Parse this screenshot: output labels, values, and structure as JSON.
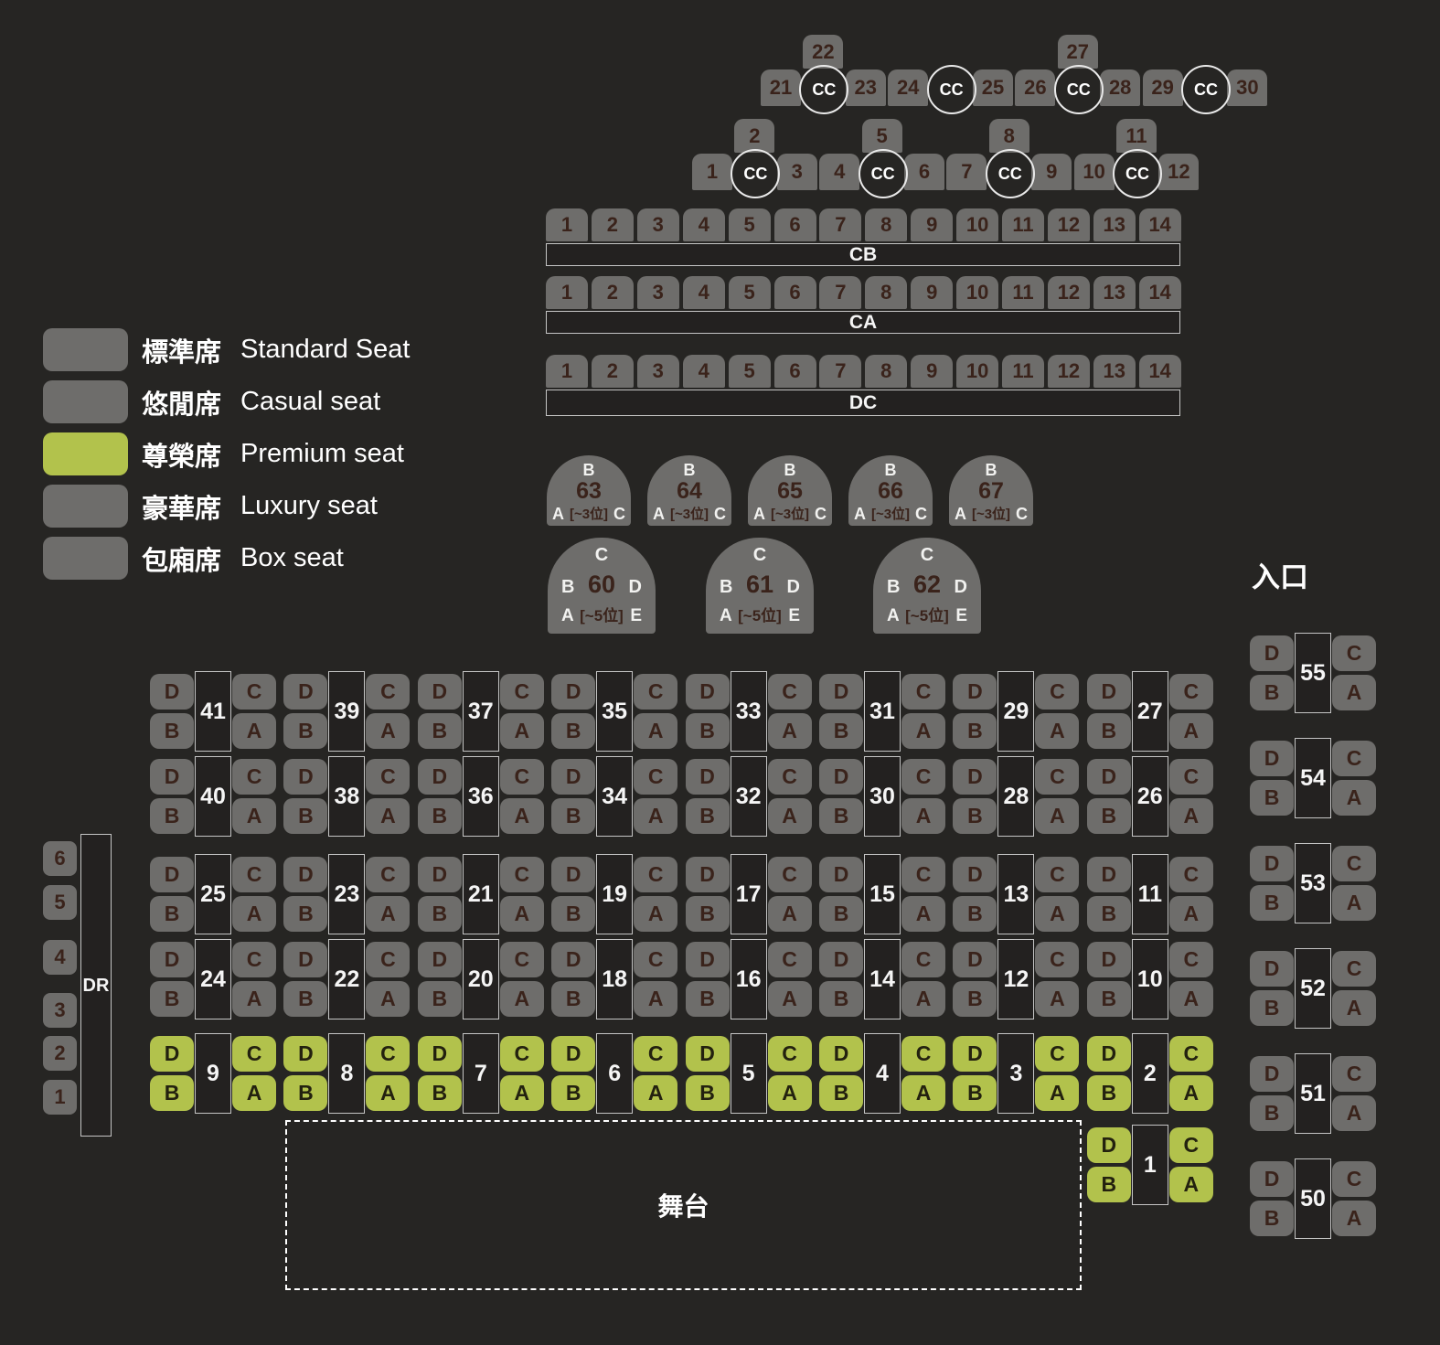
{
  "colors": {
    "background": "#262523",
    "standard_seat_gray": "#6e6d6b",
    "premium_seat_green": "#b2c24c",
    "table_fill": "#232120",
    "seat_text_dark": "#3a231b",
    "light_text": "#f5f5f5"
  },
  "legend": {
    "items": [
      {
        "key": "standard",
        "swatch_color": "#6e6d6b",
        "zh": "標準席",
        "en": "Standard Seat"
      },
      {
        "key": "casual",
        "swatch_color": "#6e6d6b",
        "zh": "悠閒席",
        "en": "Casual seat"
      },
      {
        "key": "premium",
        "swatch_color": "#b2c24c",
        "zh": "尊榮席",
        "en": "Premium seat"
      },
      {
        "key": "luxury",
        "swatch_color": "#6e6d6b",
        "zh": "豪華席",
        "en": "Luxury seat"
      },
      {
        "key": "box",
        "swatch_color": "#6e6d6b",
        "zh": "包廂席",
        "en": "Box seat"
      }
    ]
  },
  "top_section": {
    "cc_label": "CC",
    "rows": [
      {
        "back_seats": [
          {
            "label": "22",
            "col": 1
          },
          {
            "label": "27",
            "col": 7
          }
        ],
        "cells": [
          "21",
          "CC",
          "23",
          "24",
          "CC",
          "25",
          "26",
          "CC",
          "28",
          "29",
          "CC",
          "30"
        ]
      },
      {
        "back_seats": [
          {
            "label": "2",
            "col": 1
          },
          {
            "label": "5",
            "col": 4
          },
          {
            "label": "8",
            "col": 7
          },
          {
            "label": "11",
            "col": 10
          }
        ],
        "cells": [
          "1",
          "CC",
          "3",
          "4",
          "CC",
          "6",
          "7",
          "CC",
          "9",
          "10",
          "CC",
          "12"
        ]
      }
    ]
  },
  "bench_rows": [
    {
      "label": "CB",
      "seats": [
        "1",
        "2",
        "3",
        "4",
        "5",
        "6",
        "7",
        "8",
        "9",
        "10",
        "11",
        "12",
        "13",
        "14"
      ]
    },
    {
      "label": "CA",
      "seats": [
        "1",
        "2",
        "3",
        "4",
        "5",
        "6",
        "7",
        "8",
        "9",
        "10",
        "11",
        "12",
        "13",
        "14"
      ]
    },
    {
      "label": "DC",
      "seats": [
        "1",
        "2",
        "3",
        "4",
        "5",
        "6",
        "7",
        "8",
        "9",
        "10",
        "11",
        "12",
        "13",
        "14"
      ]
    }
  ],
  "round_tables_small": [
    {
      "number": "63",
      "back": "B",
      "left": "A",
      "capacity": "[~3位]",
      "right": "C"
    },
    {
      "number": "64",
      "back": "B",
      "left": "A",
      "capacity": "[~3位]",
      "right": "C"
    },
    {
      "number": "65",
      "back": "B",
      "left": "A",
      "capacity": "[~3位]",
      "right": "C"
    },
    {
      "number": "66",
      "back": "B",
      "left": "A",
      "capacity": "[~3位]",
      "right": "C"
    },
    {
      "number": "67",
      "back": "B",
      "left": "A",
      "capacity": "[~3位]",
      "right": "C"
    }
  ],
  "round_tables_large": [
    {
      "number": "60",
      "back": "C",
      "mid_left": "B",
      "mid_right": "D",
      "front_left": "A",
      "capacity": "[~5位]",
      "front_right": "E"
    },
    {
      "number": "61",
      "back": "C",
      "mid_left": "B",
      "mid_right": "D",
      "front_left": "A",
      "capacity": "[~5位]",
      "front_right": "E"
    },
    {
      "number": "62",
      "back": "C",
      "mid_left": "B",
      "mid_right": "D",
      "front_left": "A",
      "capacity": "[~5位]",
      "front_right": "E"
    }
  ],
  "floor_tables": {
    "seat_letters": {
      "top_left": "D",
      "bottom_left": "B",
      "top_right": "C",
      "bottom_right": "A"
    },
    "rows": [
      {
        "type": "standard",
        "tables": [
          "41",
          "39",
          "37",
          "35",
          "33",
          "31",
          "29",
          "27"
        ]
      },
      {
        "type": "standard",
        "tables": [
          "40",
          "38",
          "36",
          "34",
          "32",
          "30",
          "28",
          "26"
        ]
      },
      {
        "type": "standard",
        "tables": [
          "25",
          "23",
          "21",
          "19",
          "17",
          "15",
          "13",
          "11"
        ]
      },
      {
        "type": "standard",
        "tables": [
          "24",
          "22",
          "20",
          "18",
          "16",
          "14",
          "12",
          "10"
        ]
      },
      {
        "type": "premium",
        "tables": [
          "9",
          "8",
          "7",
          "6",
          "5",
          "4",
          "3",
          "2"
        ]
      }
    ],
    "front_table": {
      "number": "1",
      "type": "premium",
      "col": 7
    }
  },
  "dr_area": {
    "bar_label": "DR",
    "seats": [
      "6",
      "5",
      "4",
      "3",
      "2",
      "1"
    ]
  },
  "entrance_area": {
    "header": "入口",
    "tables": [
      "55",
      "54",
      "53",
      "52",
      "51",
      "50"
    ]
  },
  "stage": {
    "label": "舞台"
  }
}
